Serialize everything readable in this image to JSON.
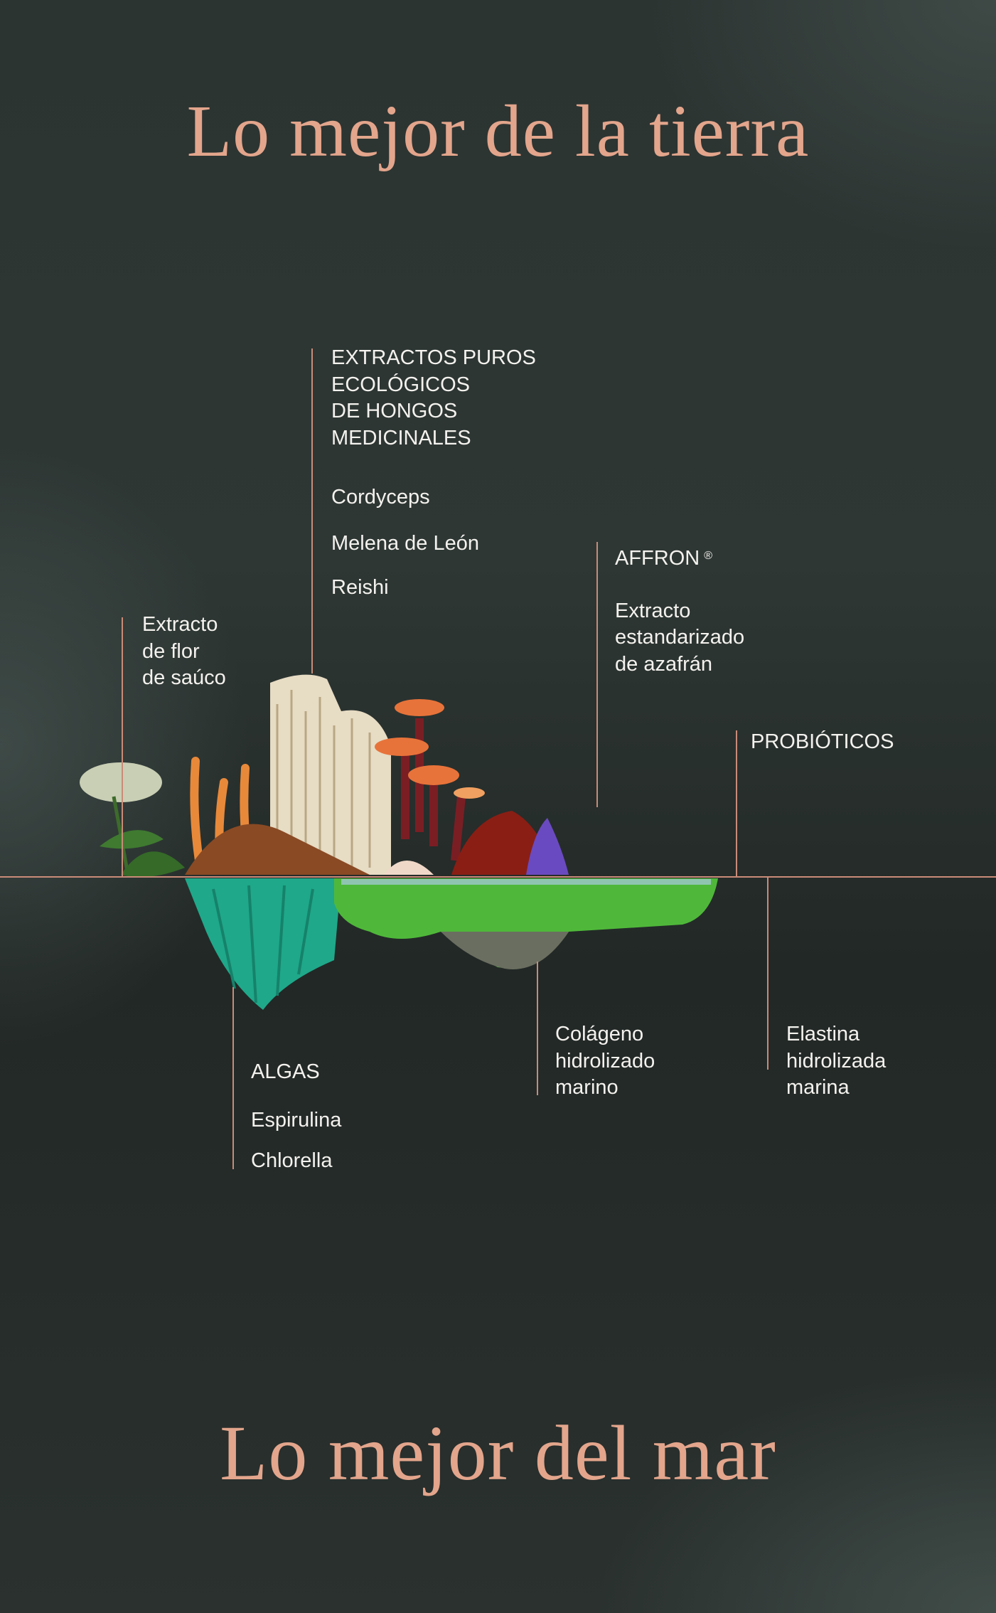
{
  "titles": {
    "top": "Lo mejor de la tierra",
    "bottom": "Lo mejor del mar"
  },
  "land": {
    "mushrooms": {
      "heading": [
        "EXTRACTOS PUROS",
        "ECOLÓGICOS",
        "DE HONGOS",
        "MEDICINALES"
      ],
      "items": [
        "Cordyceps",
        "Melena de León",
        "Reishi"
      ]
    },
    "elderflower": [
      "Extracto",
      "de flor",
      "de saúco"
    ],
    "affron": {
      "heading": "AFFRON",
      "mark": "®",
      "desc": [
        "Extracto",
        "estandarizado",
        "de azafrán"
      ]
    },
    "probiotics": "PROBIÓTICOS"
  },
  "sea": {
    "algae": {
      "heading": "ALGAS",
      "items": [
        "Espirulina",
        "Chlorella"
      ]
    },
    "collagen": [
      "Colágeno",
      "hidrolizado",
      "marino"
    ],
    "elastin": [
      "Elastina",
      "hidrolizada",
      "marina"
    ]
  },
  "colors": {
    "accent": "#e3a58c",
    "line": "#c98b78",
    "text": "#f4f2ee"
  }
}
